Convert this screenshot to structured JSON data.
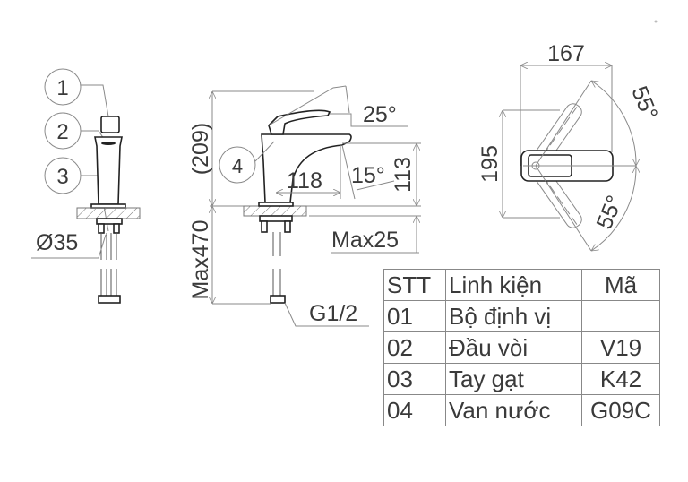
{
  "diagram": {
    "side_view": {
      "callouts": [
        "3",
        "2",
        "1"
      ],
      "diameter_label": "Ø35"
    },
    "front_view": {
      "callout": "4",
      "lever_angle": "25°",
      "spout_angle": "15°",
      "height_total": "(209)",
      "spout_height": "113",
      "spout_reach": "118",
      "max_hose_length": "Max470",
      "max_deck_thickness": "Max25",
      "connection": "G1/2"
    },
    "top_view": {
      "width": "167",
      "depth": "195",
      "rotation_up": "55°",
      "rotation_down": "55°"
    }
  },
  "parts_table": {
    "headers": [
      "STT",
      "Linh kiện",
      "Mã"
    ],
    "rows": [
      {
        "stt": "01",
        "name": "Bộ định vị",
        "code": ""
      },
      {
        "stt": "02",
        "name": "Đầu vòi",
        "code": "V19"
      },
      {
        "stt": "03",
        "name": "Tay gạt",
        "code": "K42"
      },
      {
        "stt": "04",
        "name": "Van nước",
        "code": "G09C"
      }
    ]
  }
}
